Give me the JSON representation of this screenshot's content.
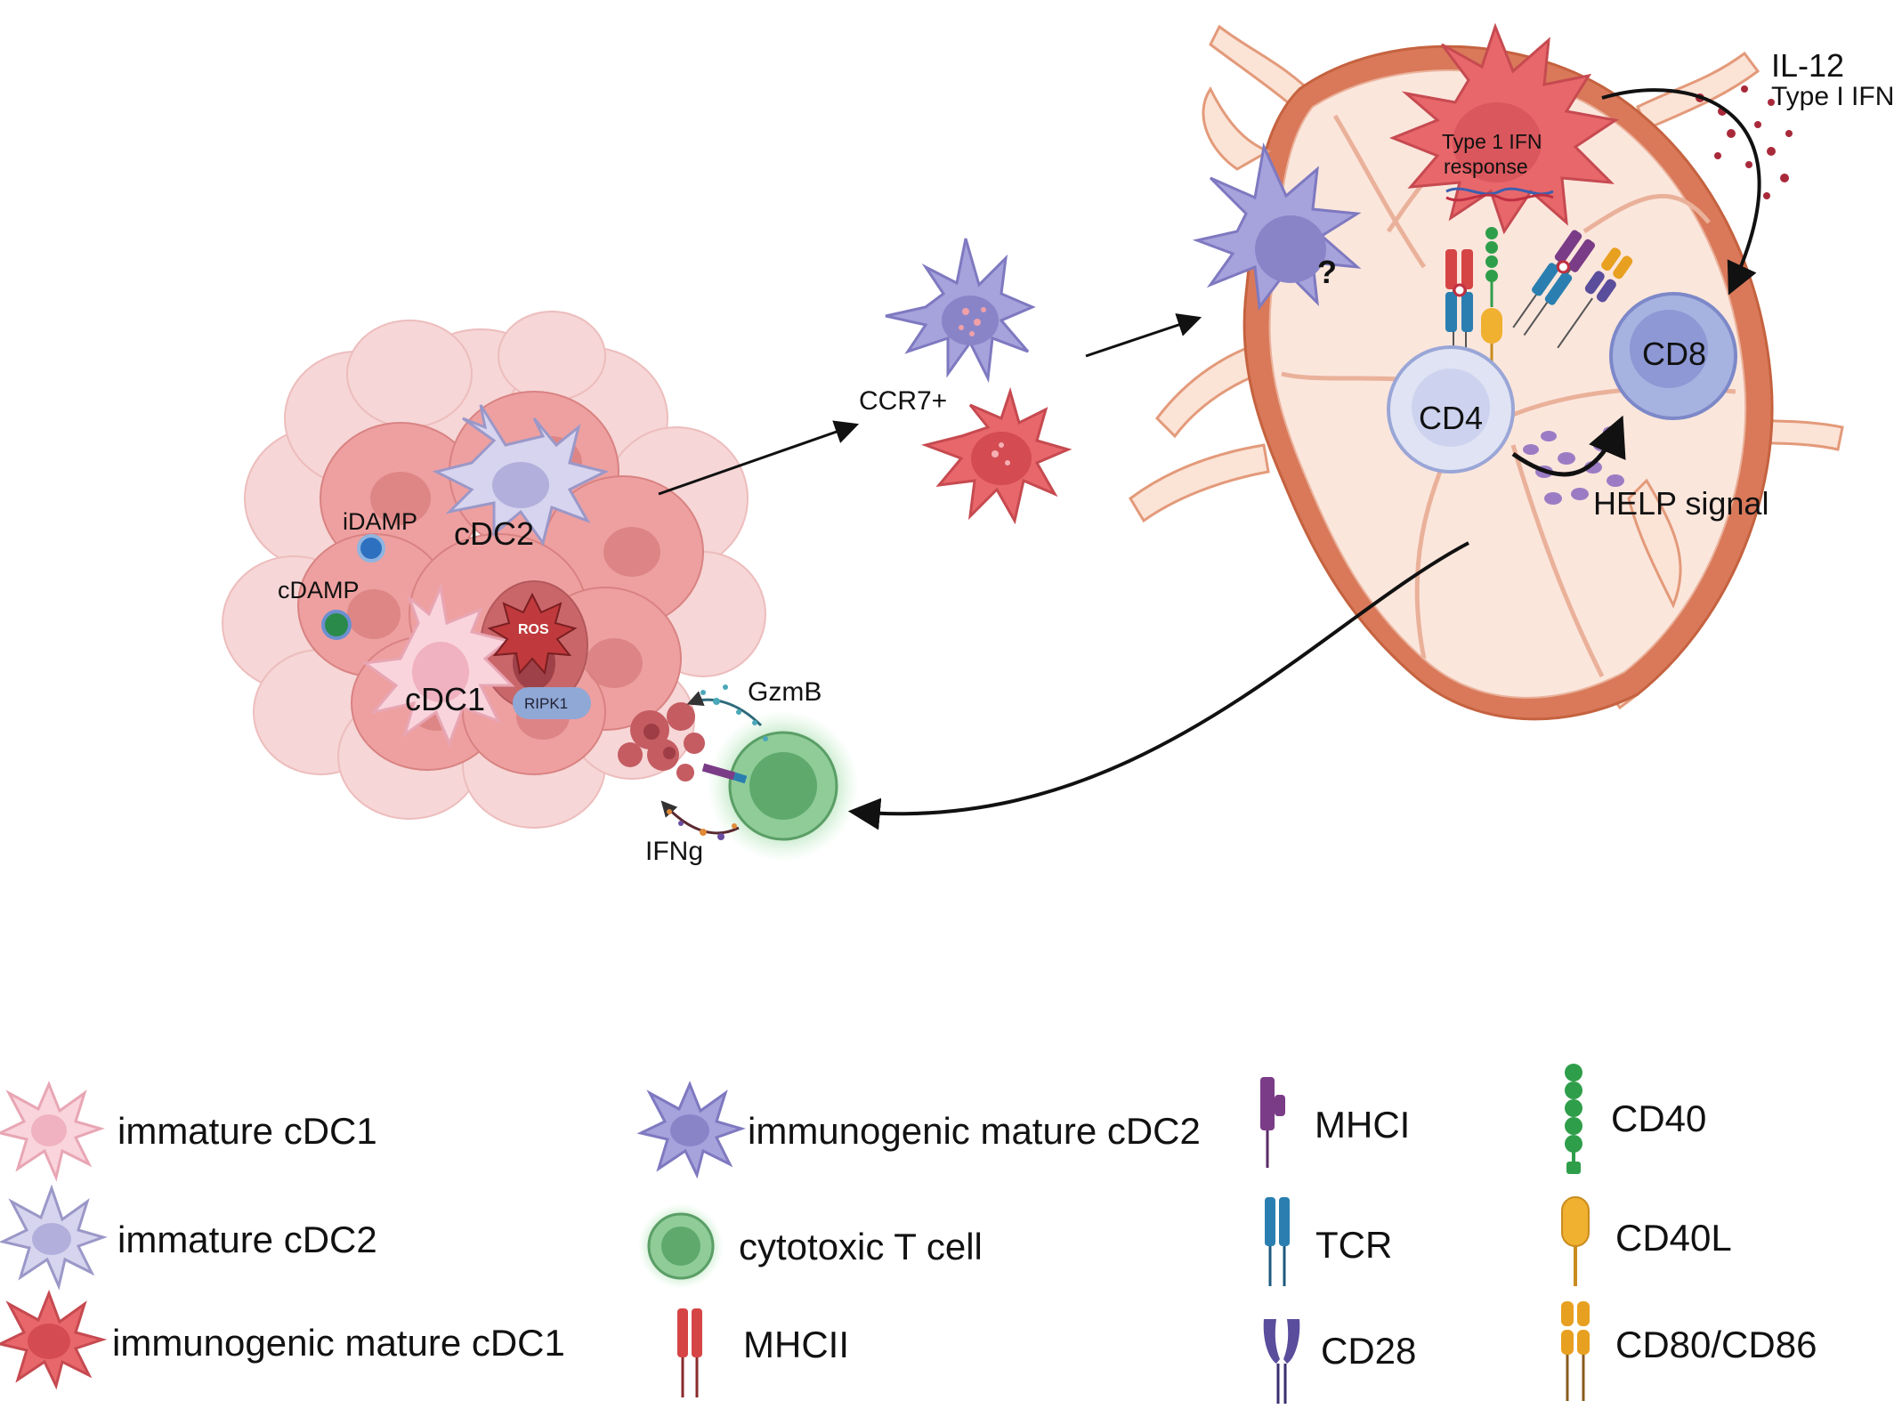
{
  "diagram": {
    "tumor": {
      "idamp": "iDAMP",
      "cdamp": "cDAMP",
      "cdc2": "cDC2",
      "cdc1": "cDC1",
      "ros": "ROS",
      "ripk1": "RIPK1",
      "gzmb": "GzmB",
      "ifng": "IFNg"
    },
    "migration": {
      "ccr7": "CCR7+"
    },
    "lymph_node": {
      "question": "?",
      "type1_ifn_line1": "Type 1 IFN",
      "type1_ifn_line2": "response",
      "il12": "IL-12",
      "type_i_ifn": "Type I IFN",
      "cd8": "CD8",
      "cd4": "CD4",
      "help_signal": "HELP signal"
    }
  },
  "legend": [
    {
      "id": "immature-cdc1",
      "label": "immature cDC1",
      "icon": "pale-pink-dendritic-cell",
      "color": "#f7c6cf"
    },
    {
      "id": "immature-cdc2",
      "label": "immature cDC2",
      "icon": "pale-lavender-dendritic-cell",
      "color": "#c9c6e6"
    },
    {
      "id": "mature-cdc1",
      "label": "immunogenic mature cDC1",
      "icon": "red-dendritic-cell",
      "color": "#e8676b"
    },
    {
      "id": "mature-cdc2",
      "label": "immunogenic mature cDC2",
      "icon": "purple-dendritic-cell",
      "color": "#9e9ad6"
    },
    {
      "id": "ctl",
      "label": "cytotoxic T cell",
      "icon": "green-t-cell",
      "color": "#7dbf8a"
    },
    {
      "id": "mhcii",
      "label": "MHCII",
      "icon": "mhcii-receptor",
      "color": "#d64545"
    },
    {
      "id": "mhci",
      "label": "MHCI",
      "icon": "mhci-receptor",
      "color": "#7a3c86"
    },
    {
      "id": "tcr",
      "label": "TCR",
      "icon": "tcr-receptor",
      "color": "#2a7fb0"
    },
    {
      "id": "cd28",
      "label": "CD28",
      "icon": "cd28-receptor",
      "color": "#5a4d9c"
    },
    {
      "id": "cd40",
      "label": "CD40",
      "icon": "cd40-receptor",
      "color": "#2f9e4a"
    },
    {
      "id": "cd40l",
      "label": "CD40L",
      "icon": "cd40l-ligand",
      "color": "#f0b030"
    },
    {
      "id": "cd80",
      "label": "CD80/CD86",
      "icon": "cd80-cd86-receptor",
      "color": "#e8a020"
    }
  ]
}
